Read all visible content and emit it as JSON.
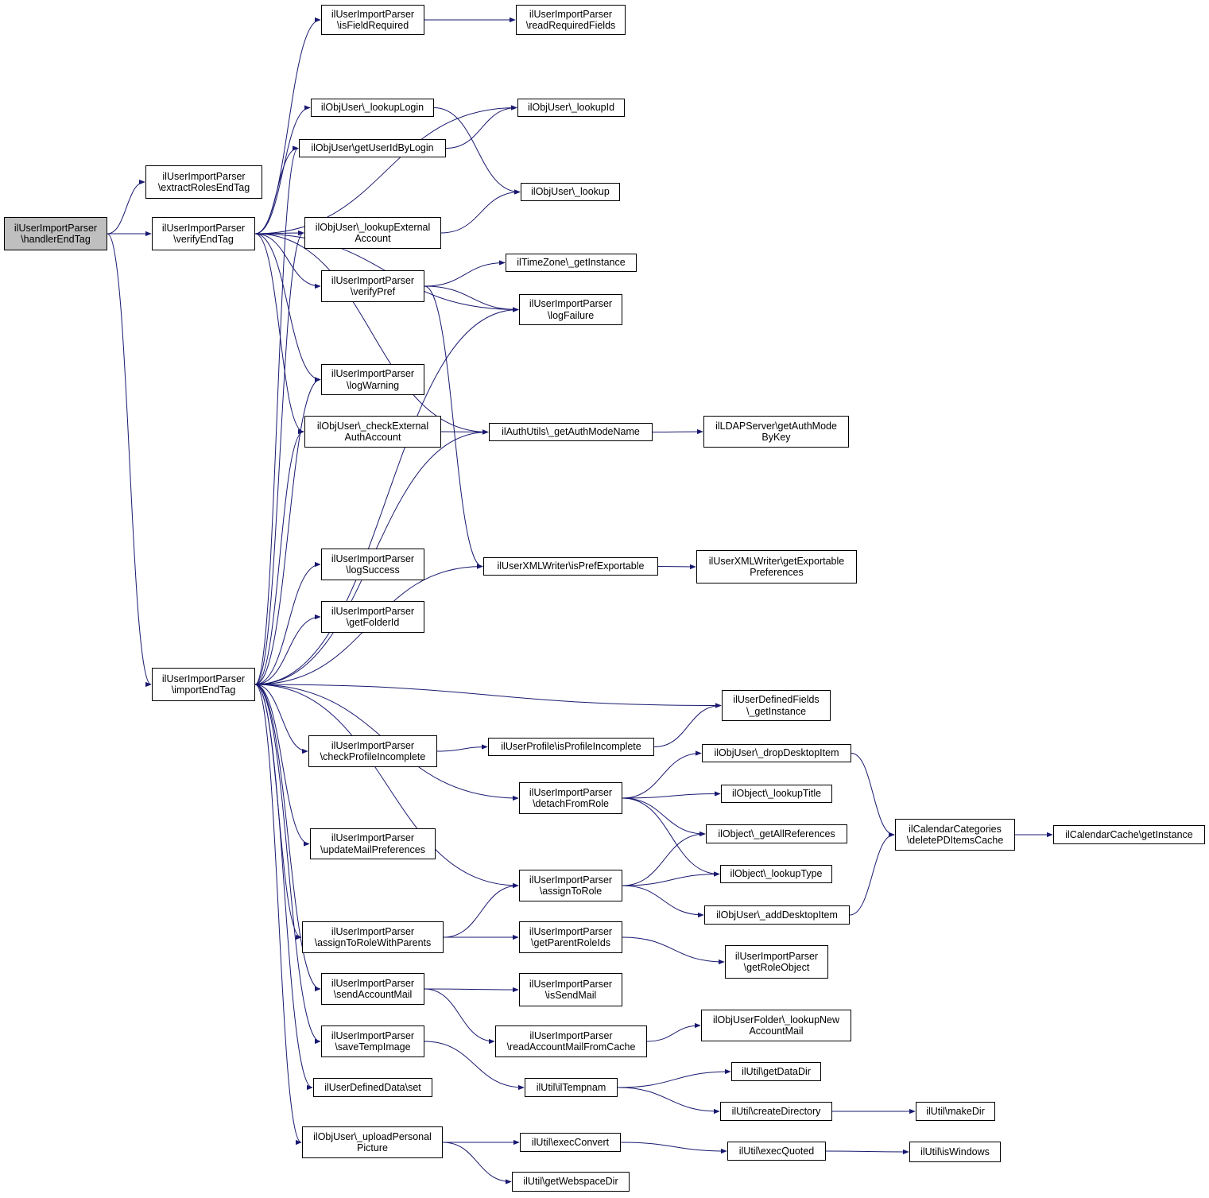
{
  "colors": {
    "edge": "#191970",
    "node_border": "#000000",
    "root_fill": "#bfbfbf",
    "node_fill": "#ffffff"
  },
  "nodes": {
    "handlerEndTag": {
      "lines": [
        "ilUserImportParser",
        "\\handlerEndTag"
      ]
    },
    "extractRolesEndTag": {
      "lines": [
        "ilUserImportParser",
        "\\extractRolesEndTag"
      ]
    },
    "verifyEndTag": {
      "lines": [
        "ilUserImportParser",
        "\\verifyEndTag"
      ]
    },
    "importEndTag": {
      "lines": [
        "ilUserImportParser",
        "\\importEndTag"
      ]
    },
    "isFieldRequired": {
      "lines": [
        "ilUserImportParser",
        "\\isFieldRequired"
      ]
    },
    "readRequiredFields": {
      "lines": [
        "ilUserImportParser",
        "\\readRequiredFields"
      ]
    },
    "lookupLogin": {
      "lines": [
        "ilObjUser\\_lookupLogin"
      ]
    },
    "lookupId": {
      "lines": [
        "ilObjUser\\_lookupId"
      ]
    },
    "getUserIdByLogin": {
      "lines": [
        "ilObjUser\\getUserIdByLogin"
      ]
    },
    "lookup": {
      "lines": [
        "ilObjUser\\_lookup"
      ]
    },
    "lookupExternalAccount": {
      "lines": [
        "ilObjUser\\_lookupExternal",
        "Account"
      ]
    },
    "verifyPref": {
      "lines": [
        "ilUserImportParser",
        "\\verifyPref"
      ]
    },
    "tzGetInstance": {
      "lines": [
        "ilTimeZone\\_getInstance"
      ]
    },
    "logFailure": {
      "lines": [
        "ilUserImportParser",
        "\\logFailure"
      ]
    },
    "logWarning": {
      "lines": [
        "ilUserImportParser",
        "\\logWarning"
      ]
    },
    "checkExternalAuthAccount": {
      "lines": [
        "ilObjUser\\_checkExternal",
        "AuthAccount"
      ]
    },
    "getAuthModeName": {
      "lines": [
        "ilAuthUtils\\_getAuthModeName"
      ]
    },
    "getAuthModeByKey": {
      "lines": [
        "ilLDAPServer\\getAuthMode",
        "ByKey"
      ]
    },
    "logSuccess": {
      "lines": [
        "ilUserImportParser",
        "\\logSuccess"
      ]
    },
    "getFolderId": {
      "lines": [
        "ilUserImportParser",
        "\\getFolderId"
      ]
    },
    "isPrefExportable": {
      "lines": [
        "ilUserXMLWriter\\isPrefExportable"
      ]
    },
    "getExportablePreferences": {
      "lines": [
        "ilUserXMLWriter\\getExportable",
        "Preferences"
      ]
    },
    "udfGetInstance": {
      "lines": [
        "ilUserDefinedFields",
        "\\_getInstance"
      ]
    },
    "checkProfileIncomplete": {
      "lines": [
        "ilUserImportParser",
        "\\checkProfileIncomplete"
      ]
    },
    "isProfileIncomplete": {
      "lines": [
        "ilUserProfile\\isProfileIncomplete"
      ]
    },
    "dropDesktopItem": {
      "lines": [
        "ilObjUser\\_dropDesktopItem"
      ]
    },
    "detachFromRole": {
      "lines": [
        "ilUserImportParser",
        "\\detachFromRole"
      ]
    },
    "lookupTitle": {
      "lines": [
        "ilObject\\_lookupTitle"
      ]
    },
    "getAllReferences": {
      "lines": [
        "ilObject\\_getAllReferences"
      ]
    },
    "deletePDItemsCache": {
      "lines": [
        "ilCalendarCategories",
        "\\deletePDItemsCache"
      ]
    },
    "calCacheGetInstance": {
      "lines": [
        "ilCalendarCache\\getInstance"
      ]
    },
    "updateMailPreferences": {
      "lines": [
        "ilUserImportParser",
        "\\updateMailPreferences"
      ]
    },
    "assignToRole": {
      "lines": [
        "ilUserImportParser",
        "\\assignToRole"
      ]
    },
    "lookupType": {
      "lines": [
        "ilObject\\_lookupType"
      ]
    },
    "addDesktopItem": {
      "lines": [
        "ilObjUser\\_addDesktopItem"
      ]
    },
    "assignToRoleWithParents": {
      "lines": [
        "ilUserImportParser",
        "\\assignToRoleWithParents"
      ]
    },
    "getParentRoleIds": {
      "lines": [
        "ilUserImportParser",
        "\\getParentRoleIds"
      ]
    },
    "getRoleObject": {
      "lines": [
        "ilUserImportParser",
        "\\getRoleObject"
      ]
    },
    "sendAccountMail": {
      "lines": [
        "ilUserImportParser",
        "\\sendAccountMail"
      ]
    },
    "isSendMail": {
      "lines": [
        "ilUserImportParser",
        "\\isSendMail"
      ]
    },
    "readAccountMailFromCache": {
      "lines": [
        "ilUserImportParser",
        "\\readAccountMailFromCache"
      ]
    },
    "lookupNewAccountMail": {
      "lines": [
        "ilObjUserFolder\\_lookupNew",
        "AccountMail"
      ]
    },
    "saveTempImage": {
      "lines": [
        "ilUserImportParser",
        "\\saveTempImage"
      ]
    },
    "ilTempnam": {
      "lines": [
        "ilUtil\\ilTempnam"
      ]
    },
    "getDataDir": {
      "lines": [
        "ilUtil\\getDataDir"
      ]
    },
    "udSet": {
      "lines": [
        "ilUserDefinedData\\set"
      ]
    },
    "createDirectory": {
      "lines": [
        "ilUtil\\createDirectory"
      ]
    },
    "makeDir": {
      "lines": [
        "ilUtil\\makeDir"
      ]
    },
    "uploadPersonalPicture": {
      "lines": [
        "ilObjUser\\_uploadPersonal",
        "Picture"
      ]
    },
    "execConvert": {
      "lines": [
        "ilUtil\\execConvert"
      ]
    },
    "execQuoted": {
      "lines": [
        "ilUtil\\execQuoted"
      ]
    },
    "isWindows": {
      "lines": [
        "ilUtil\\isWindows"
      ]
    },
    "getWebspaceDir": {
      "lines": [
        "ilUtil\\getWebspaceDir"
      ]
    }
  },
  "edges": [
    [
      "handlerEndTag",
      "extractRolesEndTag"
    ],
    [
      "handlerEndTag",
      "verifyEndTag"
    ],
    [
      "handlerEndTag",
      "importEndTag"
    ],
    [
      "verifyEndTag",
      "isFieldRequired"
    ],
    [
      "verifyEndTag",
      "lookupId"
    ],
    [
      "verifyEndTag",
      "lookupLogin"
    ],
    [
      "verifyEndTag",
      "getUserIdByLogin"
    ],
    [
      "verifyEndTag",
      "logFailure"
    ],
    [
      "verifyEndTag",
      "lookupExternalAccount"
    ],
    [
      "verifyEndTag",
      "verifyPref"
    ],
    [
      "verifyEndTag",
      "getAuthModeName"
    ],
    [
      "verifyEndTag",
      "logWarning"
    ],
    [
      "verifyEndTag",
      "checkExternalAuthAccount"
    ],
    [
      "isFieldRequired",
      "readRequiredFields"
    ],
    [
      "lookupLogin",
      "lookup"
    ],
    [
      "getUserIdByLogin",
      "lookupId"
    ],
    [
      "lookupExternalAccount",
      "lookup"
    ],
    [
      "verifyPref",
      "tzGetInstance"
    ],
    [
      "verifyPref",
      "logFailure"
    ],
    [
      "verifyPref",
      "isPrefExportable"
    ],
    [
      "checkExternalAuthAccount",
      "getAuthModeName"
    ],
    [
      "getAuthModeName",
      "getAuthModeByKey"
    ],
    [
      "isPrefExportable",
      "getExportablePreferences"
    ],
    [
      "importEndTag",
      "getUserIdByLogin"
    ],
    [
      "importEndTag",
      "lookupExternalAccount"
    ],
    [
      "importEndTag",
      "logWarning"
    ],
    [
      "importEndTag",
      "checkExternalAuthAccount"
    ],
    [
      "importEndTag",
      "logFailure"
    ],
    [
      "importEndTag",
      "getAuthModeName"
    ],
    [
      "importEndTag",
      "logSuccess"
    ],
    [
      "importEndTag",
      "getFolderId"
    ],
    [
      "importEndTag",
      "isPrefExportable"
    ],
    [
      "importEndTag",
      "udfGetInstance"
    ],
    [
      "importEndTag",
      "checkProfileIncomplete"
    ],
    [
      "importEndTag",
      "detachFromRole"
    ],
    [
      "importEndTag",
      "updateMailPreferences"
    ],
    [
      "importEndTag",
      "assignToRole"
    ],
    [
      "importEndTag",
      "assignToRoleWithParents"
    ],
    [
      "importEndTag",
      "sendAccountMail"
    ],
    [
      "importEndTag",
      "saveTempImage"
    ],
    [
      "importEndTag",
      "udSet"
    ],
    [
      "importEndTag",
      "uploadPersonalPicture"
    ],
    [
      "checkProfileIncomplete",
      "isProfileIncomplete"
    ],
    [
      "isProfileIncomplete",
      "udfGetInstance"
    ],
    [
      "detachFromRole",
      "dropDesktopItem"
    ],
    [
      "detachFromRole",
      "lookupTitle"
    ],
    [
      "detachFromRole",
      "getAllReferences"
    ],
    [
      "detachFromRole",
      "lookupType"
    ],
    [
      "dropDesktopItem",
      "deletePDItemsCache"
    ],
    [
      "deletePDItemsCache",
      "calCacheGetInstance"
    ],
    [
      "assignToRole",
      "getAllReferences"
    ],
    [
      "assignToRole",
      "lookupType"
    ],
    [
      "assignToRole",
      "addDesktopItem"
    ],
    [
      "addDesktopItem",
      "deletePDItemsCache"
    ],
    [
      "assignToRoleWithParents",
      "assignToRole"
    ],
    [
      "assignToRoleWithParents",
      "getParentRoleIds"
    ],
    [
      "getParentRoleIds",
      "getRoleObject"
    ],
    [
      "sendAccountMail",
      "isSendMail"
    ],
    [
      "sendAccountMail",
      "readAccountMailFromCache"
    ],
    [
      "readAccountMailFromCache",
      "lookupNewAccountMail"
    ],
    [
      "saveTempImage",
      "ilTempnam"
    ],
    [
      "ilTempnam",
      "getDataDir"
    ],
    [
      "ilTempnam",
      "createDirectory"
    ],
    [
      "createDirectory",
      "makeDir"
    ],
    [
      "uploadPersonalPicture",
      "execConvert"
    ],
    [
      "uploadPersonalPicture",
      "getWebspaceDir"
    ],
    [
      "execConvert",
      "execQuoted"
    ],
    [
      "execQuoted",
      "isWindows"
    ]
  ]
}
